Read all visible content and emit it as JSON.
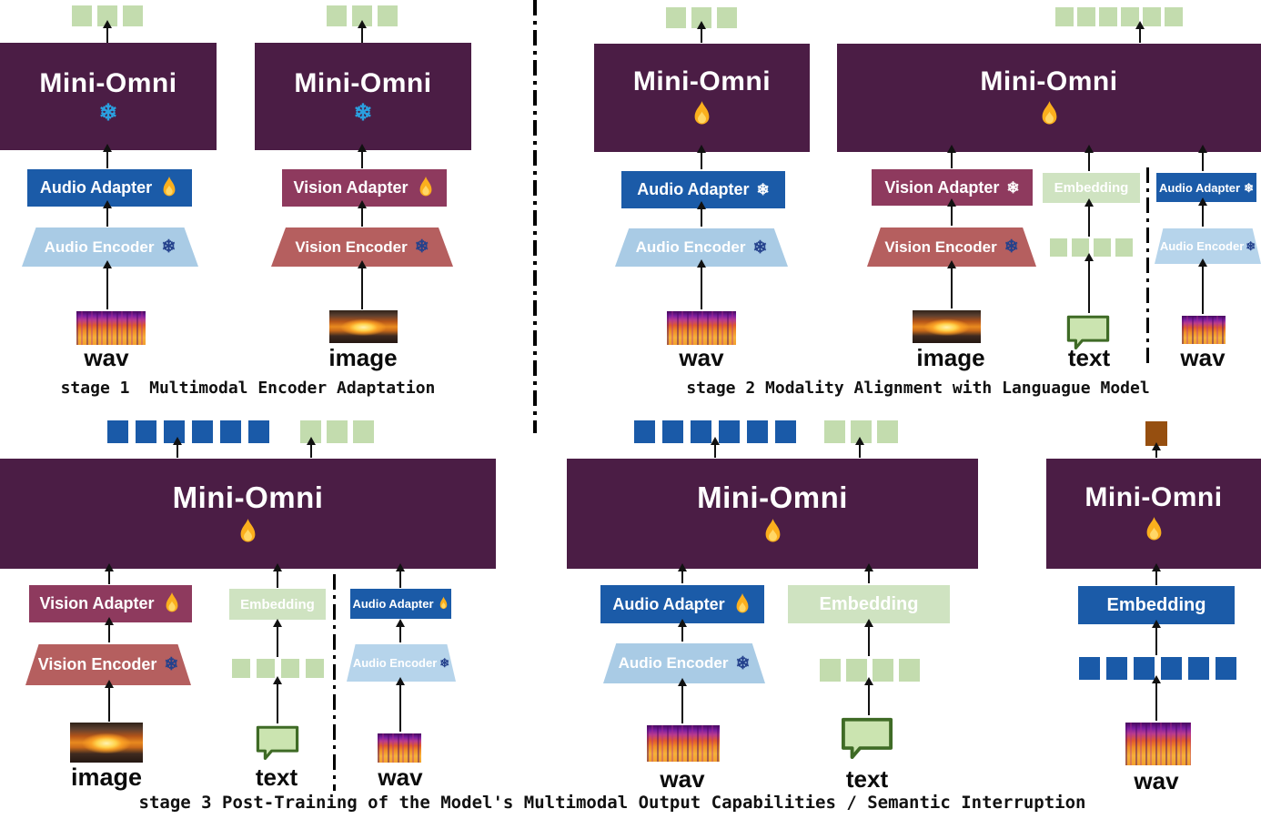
{
  "figure": {
    "name": "Mini-Omni multimodal three-stage training diagram",
    "stages": [
      "stage 1",
      "stage 2",
      "stage 3"
    ]
  },
  "labels": {
    "mini_omni": "Mini-Omni",
    "audio_adapter": "Audio Adapter",
    "audio_encoder": "Audio Encoder",
    "vision_adapter": "Vision Adapter",
    "vision_encoder": "Vision Encoder",
    "embedding": "Embedding",
    "wav": "wav",
    "image": "image",
    "text": "text"
  },
  "captions": {
    "stage1": "stage 1  Multimodal Encoder Adaptation",
    "stage2": "stage 2 Modality Alignment with Languague Model",
    "stage3": "stage 3 Post-Training of the Model's Multimodal Output Capabilities / Semantic Interruption"
  },
  "icons": {
    "snowflake": "❄",
    "fire": "🔥"
  },
  "colors": {
    "green": "#c3dcae",
    "blue": "#1a5aa8",
    "brown": "#964f10",
    "model_purple": "#4b1d45",
    "adapter_blue": "#1b5ba8",
    "adapter_maroon": "#8e3a5e",
    "encoder_light_blue": "#a9cbe5",
    "encoder_dusty_red": "#b55f5f",
    "embedding_green": "#cfe3c1"
  },
  "tokens": {
    "s1_audio_out": {
      "count": 3,
      "color": "green"
    },
    "s1_vision_out": {
      "count": 3,
      "color": "green"
    },
    "s2_audio_out": {
      "count": 3,
      "color": "green"
    },
    "s2_main_out": {
      "count": 6,
      "color": "green"
    },
    "s2_text_in": {
      "count": 4,
      "color": "green"
    },
    "s3L_out_audio": {
      "count": 6,
      "color": "blue"
    },
    "s3L_out_text": {
      "count": 3,
      "color": "green"
    },
    "s3L_text_in": {
      "count": 4,
      "color": "green"
    },
    "s3M_out_audio": {
      "count": 6,
      "color": "blue"
    },
    "s3M_out_text": {
      "count": 3,
      "color": "green"
    },
    "s3M_text_in": {
      "count": 4,
      "color": "green"
    },
    "s3R_out": {
      "count": 1,
      "color": "brown"
    },
    "s3R_audio_in": {
      "count": 6,
      "color": "blue"
    }
  }
}
